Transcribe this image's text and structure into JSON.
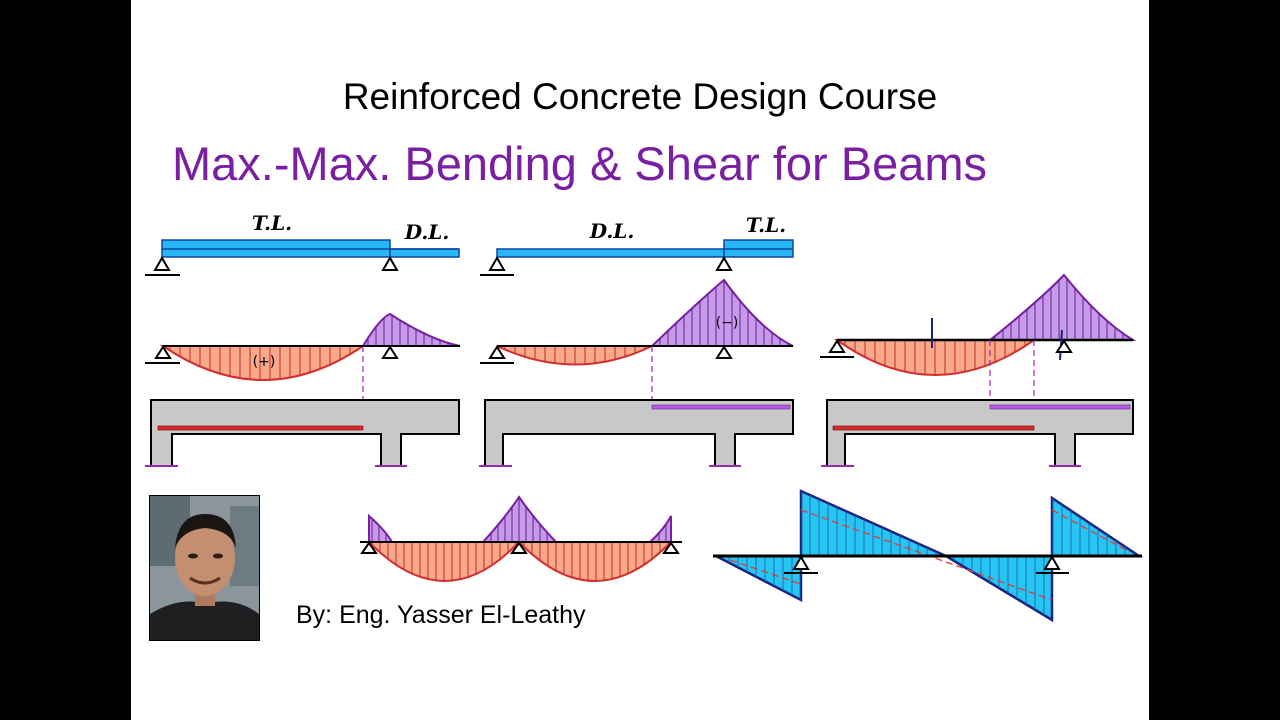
{
  "slide": {
    "title": "Reinforced Concrete Design Course",
    "subtitle": "Max.-Max. Bending & Shear for Beams",
    "author": "By: Eng. Yasser El-Leathy"
  },
  "load_cases": [
    {
      "left_label": "T.L.",
      "right_label": "D.L."
    },
    {
      "left_label": "D.L.",
      "right_label": "T.L."
    }
  ],
  "moment_signs": {
    "positive": "(+)",
    "negative": "(−)"
  },
  "colors": {
    "title": "#000000",
    "subtitle": "#7b1fa2",
    "positive_moment_fill": "#f7a98a",
    "positive_moment_line": "#d32f2f",
    "negative_moment_fill": "#c59be8",
    "negative_moment_line": "#7b1fa2",
    "load_fill": "#29b6f6",
    "load_line": "#0d47a1",
    "concrete": "#c8c8c8",
    "bottom_rebar": "#d32f2f",
    "top_rebar": "#9c27b0",
    "shear_fill": "#26c6f0",
    "shear_line": "#1a237e",
    "shear_dashed": "#e53935"
  },
  "photo": {
    "icon": "author-portrait"
  }
}
